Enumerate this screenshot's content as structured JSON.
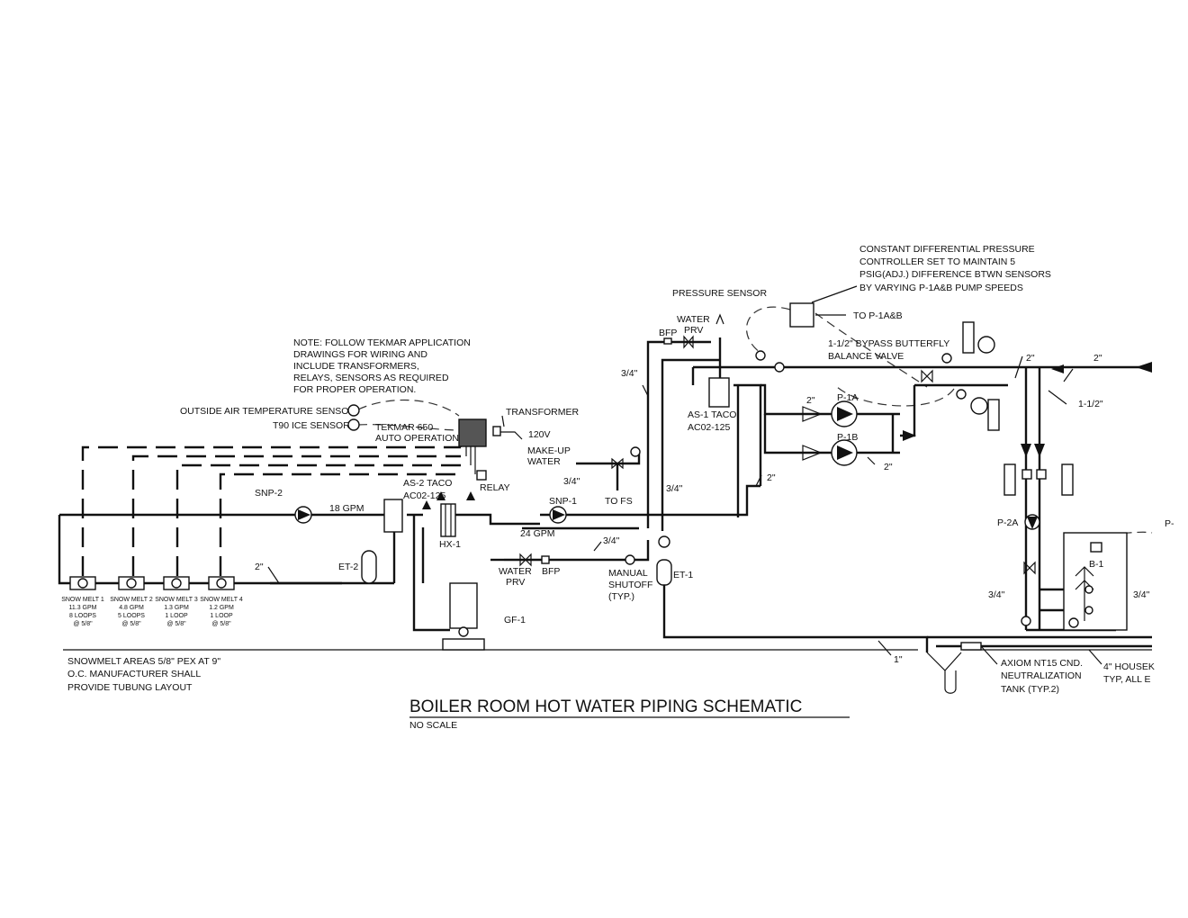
{
  "title": "BOILER ROOM HOT WATER PIPING SCHEMATIC",
  "subtitle": "NO SCALE",
  "notes": {
    "controller": [
      "CONSTANT DIFFERENTIAL PRESSURE",
      "CONTROLLER SET TO MAINTAIN 5",
      "PSIG(ADJ.) DIFFERENCE BTWN SENSORS",
      "BY VARYING P-1A&B PUMP SPEEDS"
    ],
    "tekmar": [
      "NOTE: FOLLOW TEKMAR APPLICATION",
      "DRAWINGS FOR WIRING AND",
      "INCLUDE TRANSFORMERS,",
      "RELAYS, SENSORS AS REQUIRED",
      "FOR PROPER OPERATION."
    ],
    "snowmelt": [
      "SNOWMELT AREAS 5/8\" PEX AT 9\"",
      "O.C. MANUFACTURER SHALL",
      "PROVIDE TUBUNG LAYOUT"
    ]
  },
  "labels": {
    "pressure_sensor": "PRESSURE SENSOR",
    "to_p1": "TO P-1A&B",
    "water_prv_top": [
      "WATER",
      "PRV"
    ],
    "bfp_top": "BFP",
    "bypass": [
      "1-1/2\" BYPASS BUTTERFLY",
      "BALANCE VALVE"
    ],
    "outside_air": "OUTSIDE AIR TEMPERATURE SENSOR",
    "t90": "T90 ICE SENSOR",
    "tekmar": [
      "TEKMAR 650",
      "AUTO OPERATION"
    ],
    "transformer": "TRANSFORMER",
    "v120": "120V",
    "relay": "RELAY",
    "makeup": [
      "MAKE-UP",
      "WATER"
    ],
    "to_fs": "TO FS",
    "as1": [
      "AS-1 TACO",
      "AC02-125"
    ],
    "as2": [
      "AS-2 TACO",
      "AC02-125"
    ],
    "p1a": "P-1A",
    "p1b": "P-1B",
    "p2a": "P-2A",
    "p_cut": "P-",
    "snp1": "SNP-1",
    "snp2": "SNP-2",
    "hx1": "HX-1",
    "et1": "ET-1",
    "et2": "ET-2",
    "gf1": "GF-1",
    "b1": "B-1",
    "gpm18": "18 GPM",
    "gpm24": "24 GPM",
    "water_prv_low": [
      "WATER",
      "PRV"
    ],
    "bfp_low": "BFP",
    "manual": [
      "MANUAL",
      "SHUTOFF",
      "(TYP.)"
    ],
    "axiom": [
      "AXIOM NT15 CND.",
      "NEUTRALIZATION",
      "TANK (TYP.2)"
    ],
    "housek": [
      "4\" HOUSEK",
      "TYP, ALL E"
    ],
    "sizes": {
      "s34a": "3/4\"",
      "s34b": "3/4\"",
      "s34c": "3/4\"",
      "s34d": "3/4\"",
      "s34e": "3/4\"",
      "s34f": "3/4\"",
      "s2a": "2\"",
      "s2b": "2\"",
      "s2c": "2\"",
      "s2d": "2\"",
      "s2e": "2\"",
      "s2f": "2\"",
      "s112": "1-1/2\"",
      "s1": "1\""
    }
  },
  "snowmelt_zones": [
    {
      "name": "SNOW MELT 1",
      "gpm": "11.3 GPM",
      "loops": "8 LOOPS",
      "size": "@ 5/8\""
    },
    {
      "name": "SNOW MELT 2",
      "gpm": "4.8 GPM",
      "loops": "5 LOOPS",
      "size": "@ 5/8\""
    },
    {
      "name": "SNOW MELT 3",
      "gpm": "1.3 GPM",
      "loops": "1 LOOP",
      "size": "@ 5/8\""
    },
    {
      "name": "SNOW MELT 4",
      "gpm": "1.2 GPM",
      "loops": "1 LOOP",
      "size": "@ 5/8\""
    }
  ]
}
